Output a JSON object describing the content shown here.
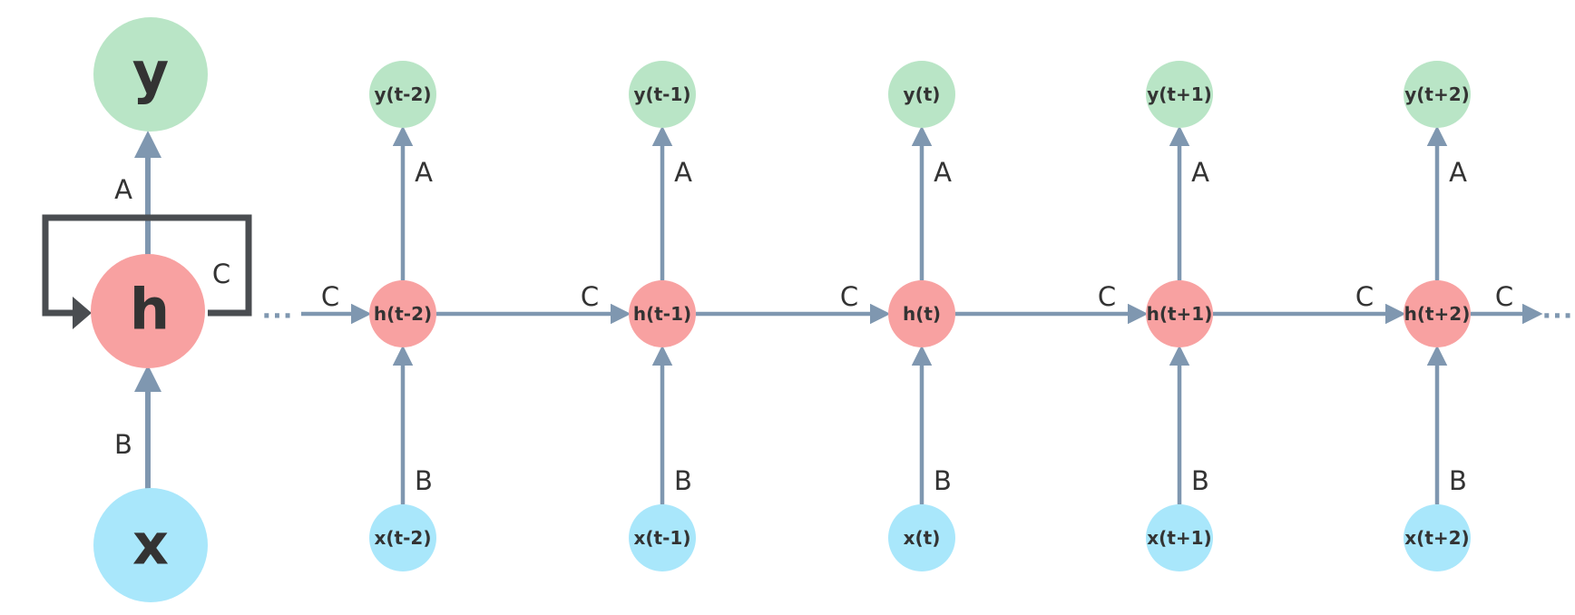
{
  "colors": {
    "output": "#b9e5c6",
    "hidden": "#f8a1a1",
    "input": "#a9e7fb",
    "arrow": "#7f97b0",
    "loop": "#4a4d51",
    "text": "#333333"
  },
  "folded": {
    "output_label": "y",
    "hidden_label": "h",
    "input_label": "x",
    "label_A": "A",
    "label_B": "B",
    "label_C": "C"
  },
  "unrolled": {
    "leading_ellipsis": "···",
    "trailing_ellipsis": "···",
    "steps": [
      {
        "y": "y(t-2)",
        "h": "h(t-2)",
        "x": "x(t-2)",
        "a": "A",
        "b": "B",
        "c_in": "C"
      },
      {
        "y": "y(t-1)",
        "h": "h(t-1)",
        "x": "x(t-1)",
        "a": "A",
        "b": "B",
        "c_in": "C"
      },
      {
        "y": "y(t)",
        "h": "h(t)",
        "x": "x(t)",
        "a": "A",
        "b": "B",
        "c_in": "C"
      },
      {
        "y": "y(t+1)",
        "h": "h(t+1)",
        "x": "x(t+1)",
        "a": "A",
        "b": "B",
        "c_in": "C"
      },
      {
        "y": "y(t+2)",
        "h": "h(t+2)",
        "x": "x(t+2)",
        "a": "A",
        "b": "B",
        "c_in": "C"
      }
    ],
    "trailing_c": "C"
  }
}
